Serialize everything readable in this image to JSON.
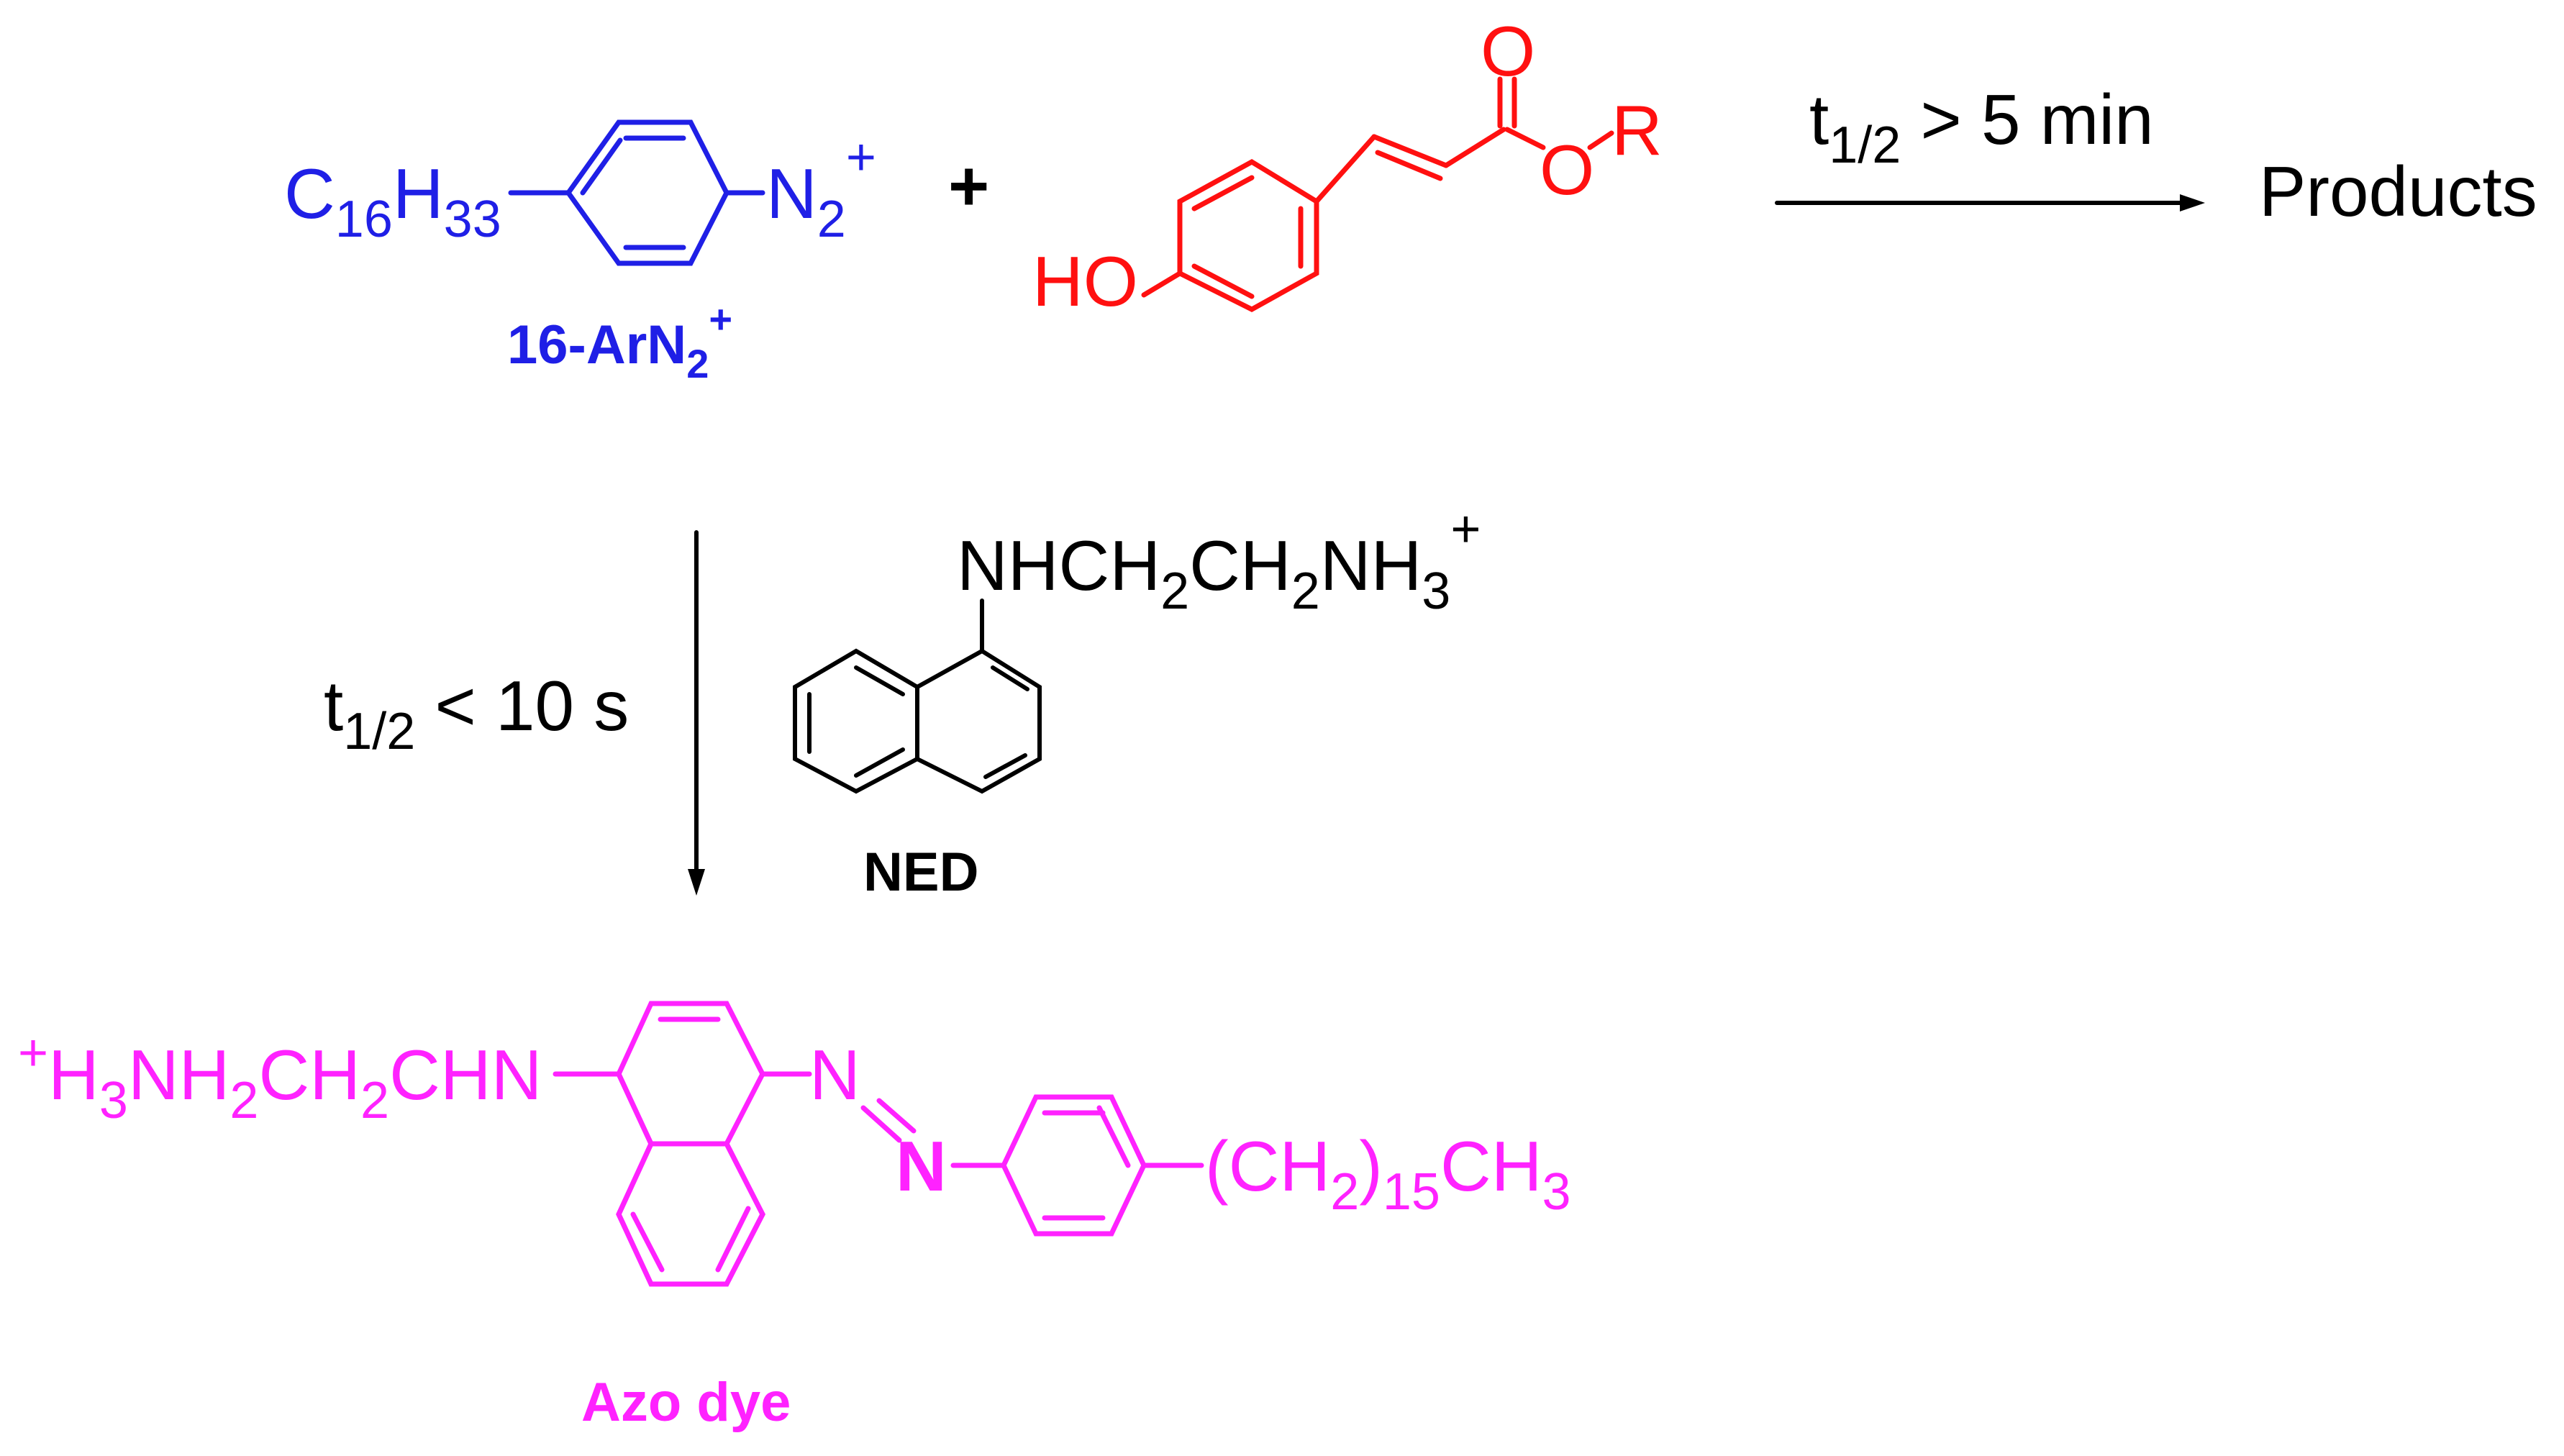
{
  "colors": {
    "diazonium": "#1f1fe6",
    "ester": "#ff1010",
    "azo_dye": "#ff22ff",
    "reagent": "#000000"
  },
  "diazonium": {
    "chain_C": "C",
    "chain_C_sub": "16",
    "chain_H": "H",
    "chain_H_sub": "33",
    "group_N": "N",
    "group_N_sub": "2",
    "group_N_sup": "+",
    "label_main": "16-ArN",
    "label_sub": "2",
    "label_sup": "+"
  },
  "plus_sign": "+",
  "ester": {
    "carbonyl_O": "O",
    "ether_O": "O",
    "r_group": "R",
    "hydroxyl": "HO"
  },
  "top_arrow": {
    "t": "t",
    "t_sub": "1/2",
    "condition": " > 5 min",
    "product": "Products"
  },
  "down_arrow": {
    "t": "t",
    "t_sub": "1/2",
    "condition": " < 10 s"
  },
  "ned": {
    "sidechain_parts": [
      "NHCH",
      "2",
      "CH",
      "2",
      "NH",
      "3",
      "+"
    ],
    "label": "NED"
  },
  "azo_dye": {
    "left_parts": [
      "+",
      "H",
      "3",
      "NH",
      "2",
      "CH",
      "2",
      "CHN"
    ],
    "n_top": "N",
    "n_bottom": "N",
    "right_parts": [
      "(CH",
      "2",
      ")",
      "15",
      "CH",
      "3"
    ],
    "label": "Azo dye"
  }
}
